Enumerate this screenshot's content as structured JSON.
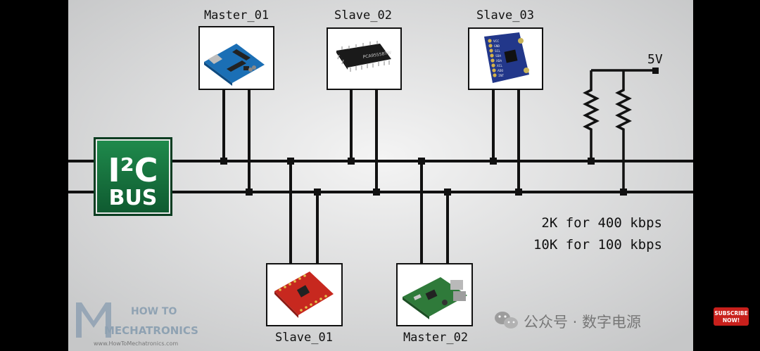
{
  "bus_block": {
    "line1": "I²C",
    "line2": "BUS"
  },
  "devices": {
    "master_01": {
      "label": "Master_01",
      "picture": "arduino-board"
    },
    "slave_02": {
      "label": "Slave_02",
      "picture": "nxp-chip",
      "chip_text": "PCA9555BTW"
    },
    "slave_03": {
      "label": "Slave_03",
      "picture": "sensor-module",
      "pin_labels": [
        "VCC",
        "GND",
        "SCL",
        "SDA",
        "XDA",
        "XCL",
        "ADO",
        "INT"
      ]
    },
    "slave_01": {
      "label": "Slave_01",
      "picture": "red-breakout-board"
    },
    "master_02": {
      "label": "Master_02",
      "picture": "raspberry-pi"
    }
  },
  "supply": {
    "voltage": "5V"
  },
  "notes": {
    "line1": "2K for 400 kbps",
    "line2": "10K for 100 kbps"
  },
  "watermark": {
    "logo_line1": "HOW TO",
    "logo_line2": "MECHATRONICS",
    "url": "www.HowToMechatronics.com",
    "wechat": "公众号 · 数字电源",
    "subscribe_line1": "SUBSCRIBE",
    "subscribe_line2": "NOW!"
  },
  "colors": {
    "background_center": "#f2f2f2",
    "background_edge": "#c9cacb",
    "bus_green": "#136b3a",
    "wire": "#111111"
  }
}
